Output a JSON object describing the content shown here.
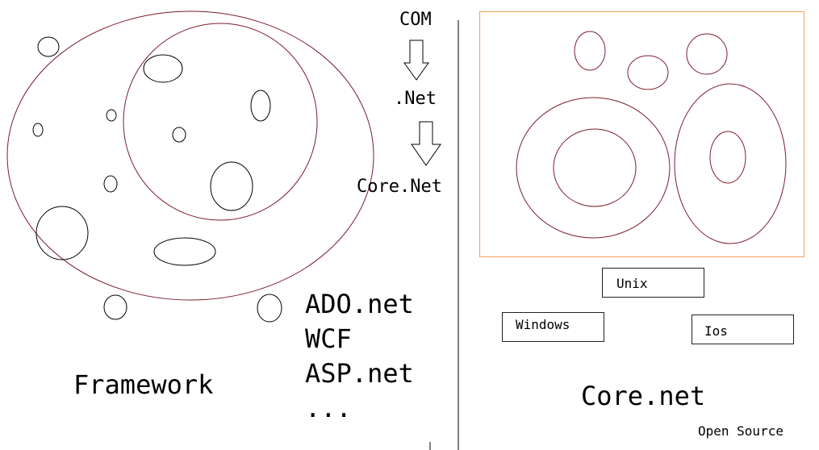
{
  "evolution": {
    "step1": "COM",
    "step2": ".Net",
    "step3": "Core.Net"
  },
  "framework": {
    "title": "Framework",
    "libraries": [
      "ADO.net",
      "WCF",
      "ASP.net",
      "..."
    ]
  },
  "core": {
    "title": "Core.net",
    "subtitle": "Open Source",
    "platforms": {
      "unix": "Unix",
      "windows": "Windows",
      "ios": "Ios"
    }
  },
  "colors": {
    "ellipse_stroke": "#7a1f2b",
    "frame_stroke": "#f0a060",
    "line": "#000000"
  }
}
